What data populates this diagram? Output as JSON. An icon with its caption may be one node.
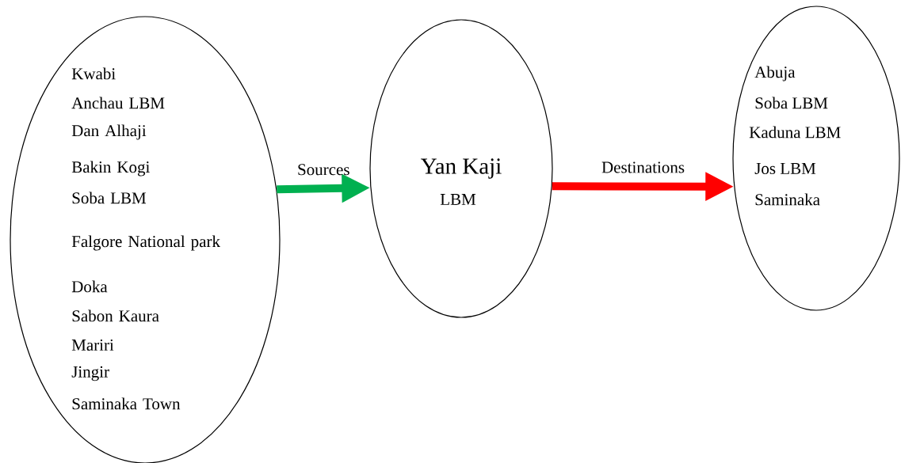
{
  "diagram": {
    "nodes": [
      {
        "text": [
          "Kwabi",
          "Anchau LBM",
          "Dan Alhaji",
          "Bakin Kogi",
          "Soba LBM",
          "Falgore National park",
          "Doka",
          "Sabon Kaura",
          "Mariri",
          "Jingir",
          "Saminaka Town"
        ]
      },
      {
        "text": [
          "Yan Kaji",
          "LBM"
        ]
      },
      {
        "text": [
          "Abuja",
          "Soba LBM",
          "Kaduna LBM",
          "Jos LBM",
          "Saminaka"
        ]
      }
    ],
    "edges": [
      {
        "from": 0,
        "to": 1,
        "arrow": "to",
        "label": "Sources",
        "color": "#00b050"
      },
      {
        "from": 1,
        "to": 2,
        "arrow": "to",
        "label": "Destinations",
        "color": "#ff0000"
      }
    ]
  }
}
